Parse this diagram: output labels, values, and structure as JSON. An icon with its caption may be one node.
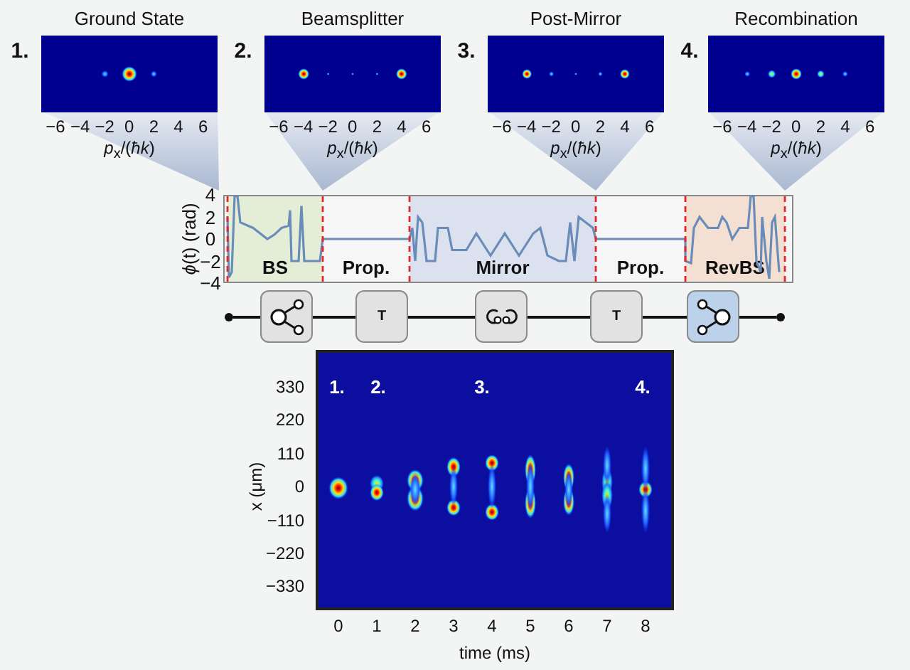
{
  "diagram": {
    "nodes": [
      {
        "text": [
          "BS"
        ]
      },
      {
        "text": [
          "Prop."
        ]
      },
      {
        "text": [
          "Mirror"
        ]
      },
      {
        "text": [
          "Prop."
        ]
      },
      {
        "text": [
          "RevBS"
        ]
      },
      {
        "text": [],
        "shape": "circle"
      },
      {
        "text": [],
        "shape": "box"
      },
      {
        "text": [
          "T"
        ]
      },
      {
        "text": [],
        "shape": "box"
      },
      {
        "text": [
          "T"
        ]
      },
      {
        "text": [],
        "shape": "box"
      },
      {
        "text": [],
        "shape": "circle"
      }
    ],
    "edges": [
      {
        "from": 5,
        "to": 6,
        "arrow": "none"
      },
      {
        "from": 6,
        "to": 7,
        "arrow": "none"
      },
      {
        "from": 7,
        "to": 8,
        "arrow": "none"
      },
      {
        "from": 8,
        "to": 9,
        "arrow": "none"
      },
      {
        "from": 9,
        "to": 10,
        "arrow": "none"
      },
      {
        "from": 10,
        "to": 11,
        "arrow": "none"
      }
    ],
    "labels": [
      "Ground State",
      "Beamsplitter",
      "Post-Mirror",
      "Recombination",
      "1.",
      "2.",
      "3.",
      "4.",
      "−6",
      "−4",
      "−2",
      "0",
      "2",
      "4",
      "6",
      "*p*$_{x}$/(*ħk*)",
      "−6",
      "−4",
      "−2",
      "0",
      "2",
      "4",
      "6",
      "*p*$_{x}$/(*ħk*)",
      "−6",
      "−4",
      "−2",
      "0",
      "2",
      "4",
      "6",
      "*p*$_{x}$/(*ħk*)",
      "−6",
      "−4",
      "−2",
      "0",
      "2",
      "4",
      "6",
      "*p*$_{x}$/(*ħk*)",
      "4",
      "2",
      "0",
      "−2",
      "−4",
      "*ϕ*(t) (rad)",
      "330",
      "1.",
      "2.",
      "3.",
      "4.",
      "220",
      "110",
      "0",
      "−110",
      "−220",
      "−330",
      "x (μm)",
      "0",
      "1",
      "2",
      "3",
      "4",
      "5",
      "6",
      "7",
      "8",
      "time (ms)"
    ]
  }
}
